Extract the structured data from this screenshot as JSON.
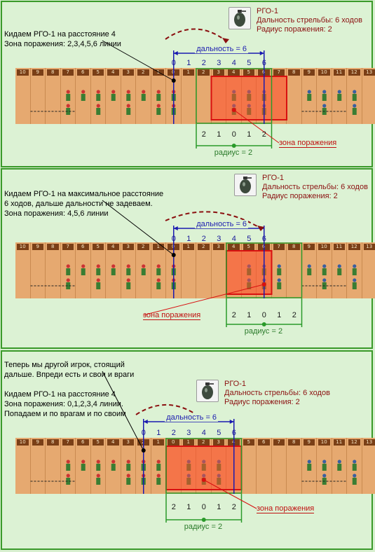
{
  "weapon": {
    "name": "РГО-1",
    "range_text": "Дальность стрельбы: 6 ходов",
    "radius_text": "Радиус поражения: 2"
  },
  "labels": {
    "range": "дальность = 6",
    "radius": "радиус = 2",
    "zone": "зона поражения"
  },
  "lane_labels": [
    "10",
    "9",
    "8",
    "7",
    "6",
    "5",
    "4",
    "3",
    "2",
    "1",
    "0",
    "1",
    "2",
    "3",
    "4",
    "5",
    "6",
    "7",
    "8",
    "9",
    "10",
    "11",
    "12",
    "13"
  ],
  "panels": [
    {
      "note_lines": [
        "Кидаем РГО-1 на расстояние 4",
        "Зона поражения: 2,3,4,5,6 линии"
      ],
      "range_numbers": [
        "0",
        "1",
        "2",
        "3",
        "4",
        "5",
        "6"
      ],
      "radius_numbers": [
        "2",
        "1",
        "0",
        "1",
        "2"
      ]
    },
    {
      "note_lines": [
        "Кидаем РГО-1 на максимальное расстояние",
        "6 ходов, дальше дальности не задеваем.",
        "Зона поражения: 4,5,6 линии"
      ],
      "range_numbers": [
        "0",
        "1",
        "2",
        "3",
        "4",
        "5",
        "6"
      ],
      "radius_numbers": [
        "2",
        "1",
        "0",
        "1",
        "2"
      ]
    },
    {
      "note_lines": [
        "Теперь мы другой игрок, стоящий",
        "дальше. Впреди есть и свои и враги",
        "",
        "Кидаем РГО-1 на расстояние 4",
        "Зона поражения: 0,1,2,3,4 линии.",
        "Попадаем и по врагам и по своим"
      ],
      "range_numbers": [
        "0",
        "1",
        "2",
        "3",
        "4",
        "5",
        "6"
      ],
      "radius_numbers": [
        "2",
        "1",
        "0",
        "1",
        "2"
      ]
    }
  ]
}
